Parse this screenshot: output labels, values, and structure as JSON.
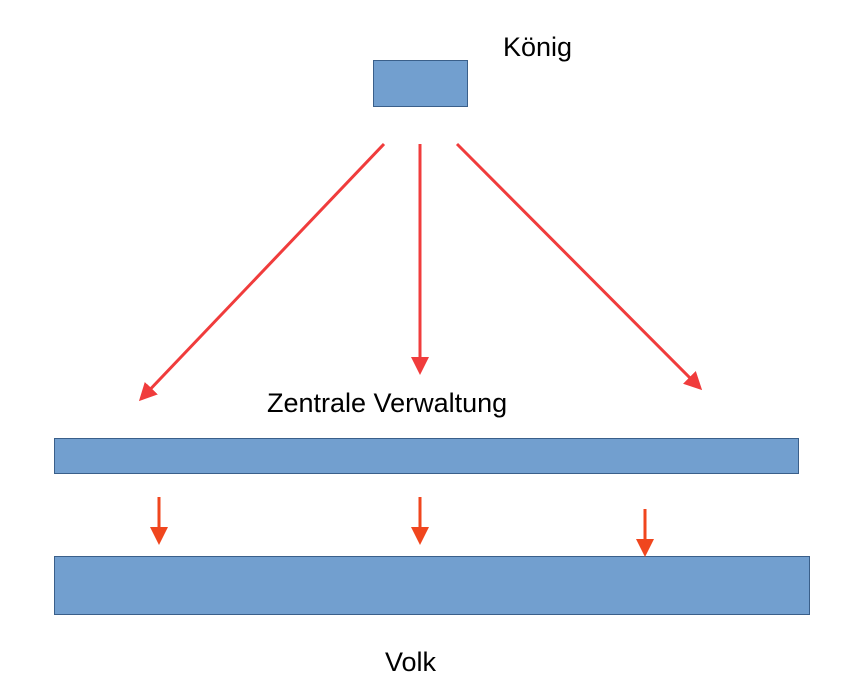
{
  "labels": {
    "top": "König",
    "middle": "Zentrale Verwaltung",
    "bottom": "Volk"
  },
  "colors": {
    "box_fill": "#729fcf",
    "box_border": "#3a5f8a",
    "arrow_top": "#f03c3c",
    "arrow_bottom": "#f0461e",
    "text": "#000000"
  }
}
